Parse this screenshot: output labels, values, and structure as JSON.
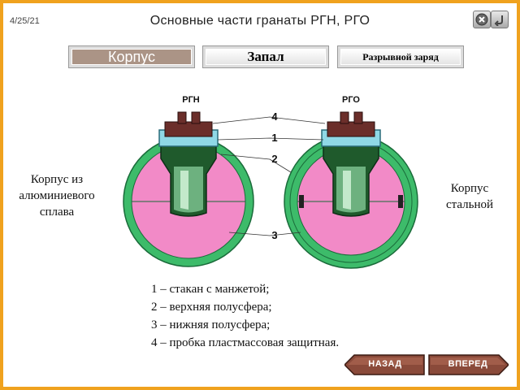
{
  "header": {
    "date": "4/25/21",
    "title": "Основные части гранаты РГН, РГО"
  },
  "tabs": [
    {
      "label": "Корпус",
      "active": true
    },
    {
      "label": "Запал",
      "active": false
    },
    {
      "label": "Разрывной заряд",
      "active": false
    }
  ],
  "diagram": {
    "grenade_left_label": "РГН",
    "grenade_right_label": "РГО",
    "callouts": [
      "4",
      "1",
      "2",
      "3"
    ],
    "colors": {
      "body_fill": "#f28ac7",
      "shell": "#3dbb6a",
      "cap": "#6b2e2a",
      "cup": "#2a7a3a",
      "frame": "#f0a21e"
    }
  },
  "labels": {
    "left": [
      "Корпус из",
      "алюминиевого",
      "сплава"
    ],
    "right": [
      "Корпус",
      "стальной"
    ]
  },
  "legend": [
    "1 – стакан с манжетой;",
    "2 – верхняя полусфера;",
    "3 – нижняя полусфера;",
    "4 – пробка пластмассовая защитная."
  ],
  "nav": {
    "back": "НАЗАД",
    "forward": "ВПЕРЕД"
  },
  "icons": {
    "close": "close-icon",
    "return": "return-icon"
  }
}
